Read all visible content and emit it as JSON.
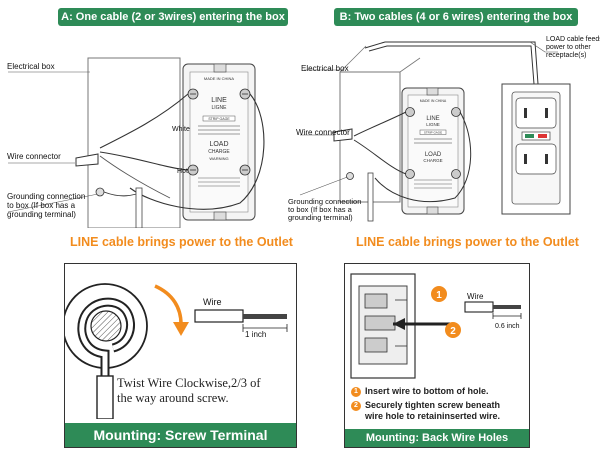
{
  "top_left": {
    "banner": "A: One cable (2 or 3wires) entering the box",
    "labels": {
      "electrical_box": "Electrical box",
      "wire_connector": "Wire connector",
      "grounding": [
        "Grounding connection",
        "to box (If box has a",
        "grounding terminal)"
      ],
      "white": "White",
      "hot": "Hot"
    },
    "caption": "LINE cable brings power to the Outlet"
  },
  "top_right": {
    "banner": "B: Two cables (4 or 6 wires) entering the box",
    "labels": {
      "electrical_box": "Electrical box",
      "wire_connector": "Wire connector",
      "grounding": [
        "Grounding connection",
        "to box (If box has a",
        "grounding terminal)"
      ],
      "load_note": [
        "LOAD cable feeds",
        "power to other",
        "receptacle(s)"
      ]
    },
    "caption": "LINE cable brings power to the Outlet"
  },
  "outlet_text": {
    "made_in": "MADE IN CHINA",
    "line": "LINE",
    "ligne": "LIGNE",
    "load": "LOAD",
    "charge": "CHARGE",
    "strip_gage": "STRIP GAGE",
    "warning": "WARNING"
  },
  "bottom_left": {
    "wire": "Wire",
    "measure": "1 inch",
    "instruction": [
      "Twist Wire Clockwise,2/3 of",
      "the way  around screw."
    ],
    "footer": "Mounting: Screw Terminal"
  },
  "bottom_right": {
    "wire": "Wire",
    "measure": "0.6 inch",
    "steps": [
      {
        "num": "1",
        "text": "Insert wire to bottom of hole."
      },
      {
        "num": "2",
        "text": "Securely tighten screw beneath",
        "text2": "wire hole to retaininserted wire."
      }
    ],
    "footer": "Mounting: Back Wire Holes"
  },
  "colors": {
    "green": "#2e8b57",
    "orange": "#f28c1e"
  }
}
